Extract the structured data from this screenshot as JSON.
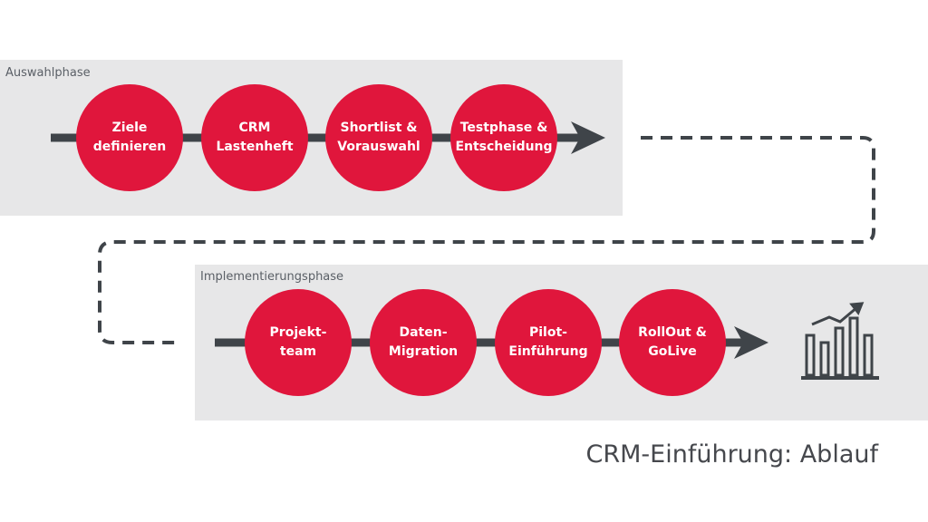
{
  "phases": [
    {
      "label": "Auswahlphase",
      "steps": [
        "Ziele\ndefinieren",
        "CRM\nLastenheft",
        "Shortlist &\nVorauswahl",
        "Testphase &\nEntscheidung"
      ]
    },
    {
      "label": "Implementierungsphase",
      "steps": [
        "Projekt-\nteam",
        "Daten-\nMigration",
        "Pilot-\nEinführung",
        "RollOut &\nGoLive"
      ]
    }
  ],
  "title": "CRM-Einführung: Ablauf",
  "icons": {
    "end": "growth-chart-icon"
  },
  "colors": {
    "step": "#e0163c",
    "arrow": "#3f4449",
    "panel": "#e7e7e8",
    "text": "#46484d"
  }
}
